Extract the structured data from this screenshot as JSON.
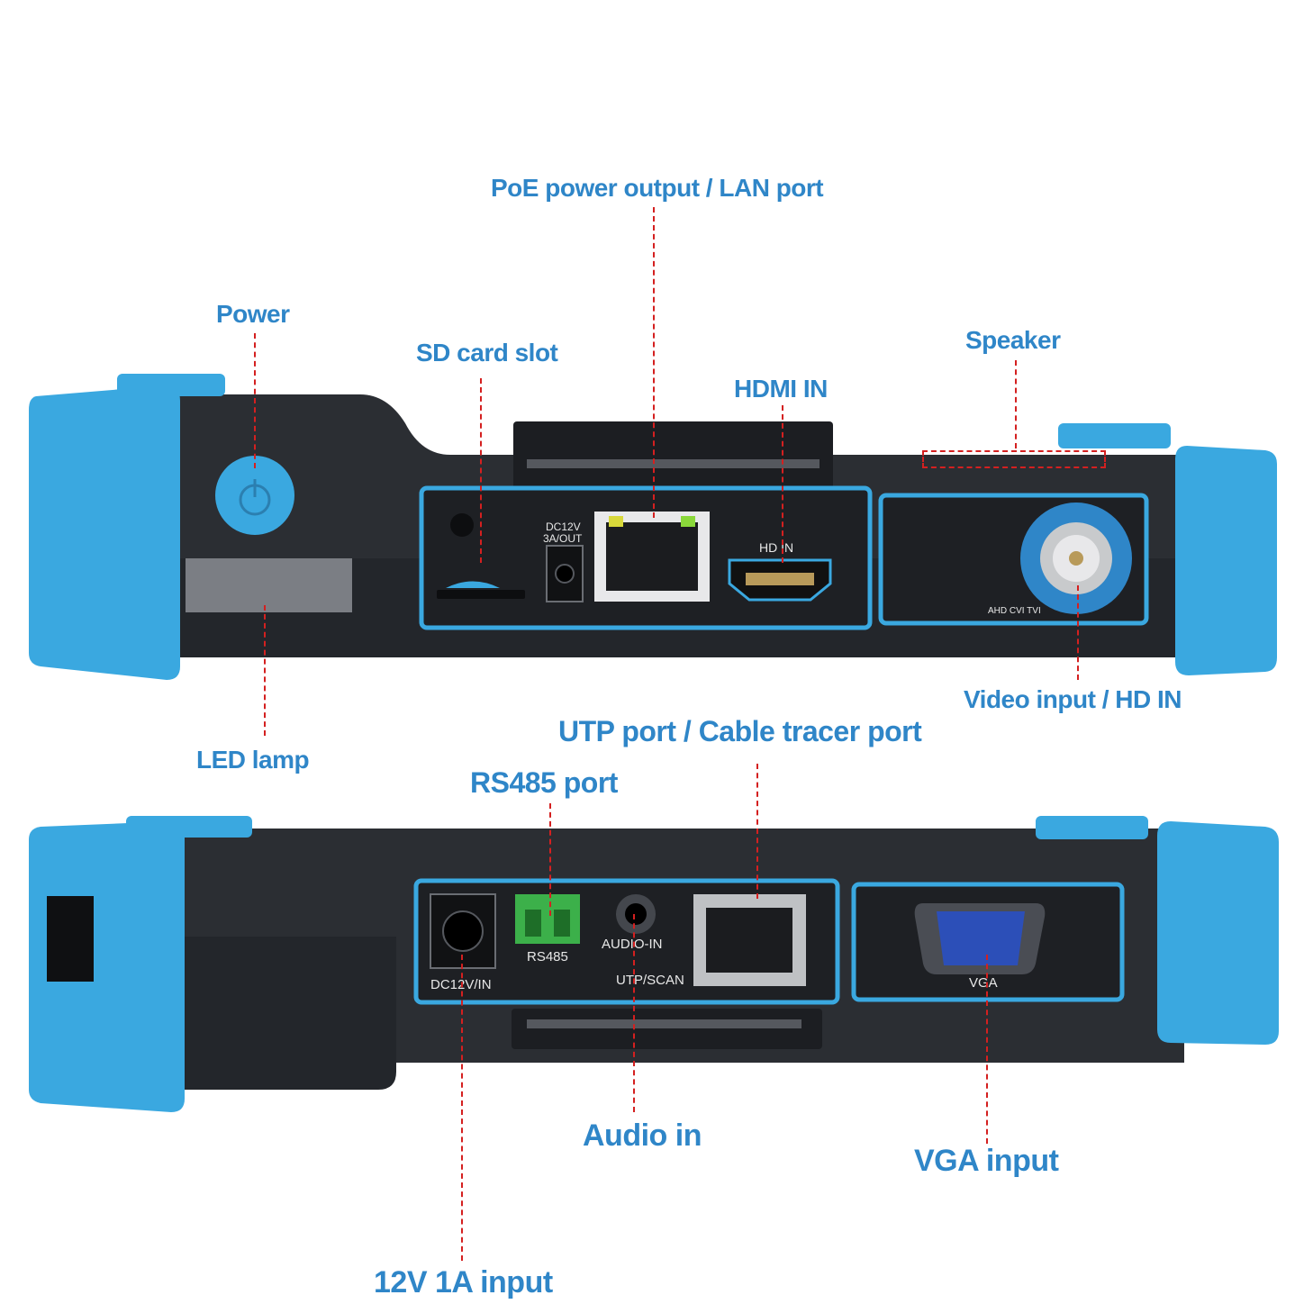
{
  "callouts": {
    "poe": "PoE power output / LAN port",
    "power": "Power",
    "sd_card": "SD card slot",
    "hdmi": "HDMI IN",
    "speaker": "Speaker",
    "led": "LED lamp",
    "video": "Video input / HD IN",
    "utp": "UTP port / Cable tracer port",
    "rs485": "RS485 port",
    "audio": "Audio in",
    "vga": "VGA input",
    "dc": "12V 1A input"
  },
  "silkscreen": {
    "dc_out_1": "DC12V",
    "dc_out_2": "3A/OUT",
    "hd_in": "HD IN",
    "analog": "AHD CVI TVI",
    "dc_in": "DC12V/IN",
    "rs485": "RS485",
    "audio_in": "AUDIO-IN",
    "utp_scan": "UTP/SCAN",
    "vga": "VGA"
  },
  "colors": {
    "callout_text": "#2f86c8",
    "leader_line": "#d42020",
    "bumper": "#3aa8e0",
    "body": "#2b2e33"
  }
}
